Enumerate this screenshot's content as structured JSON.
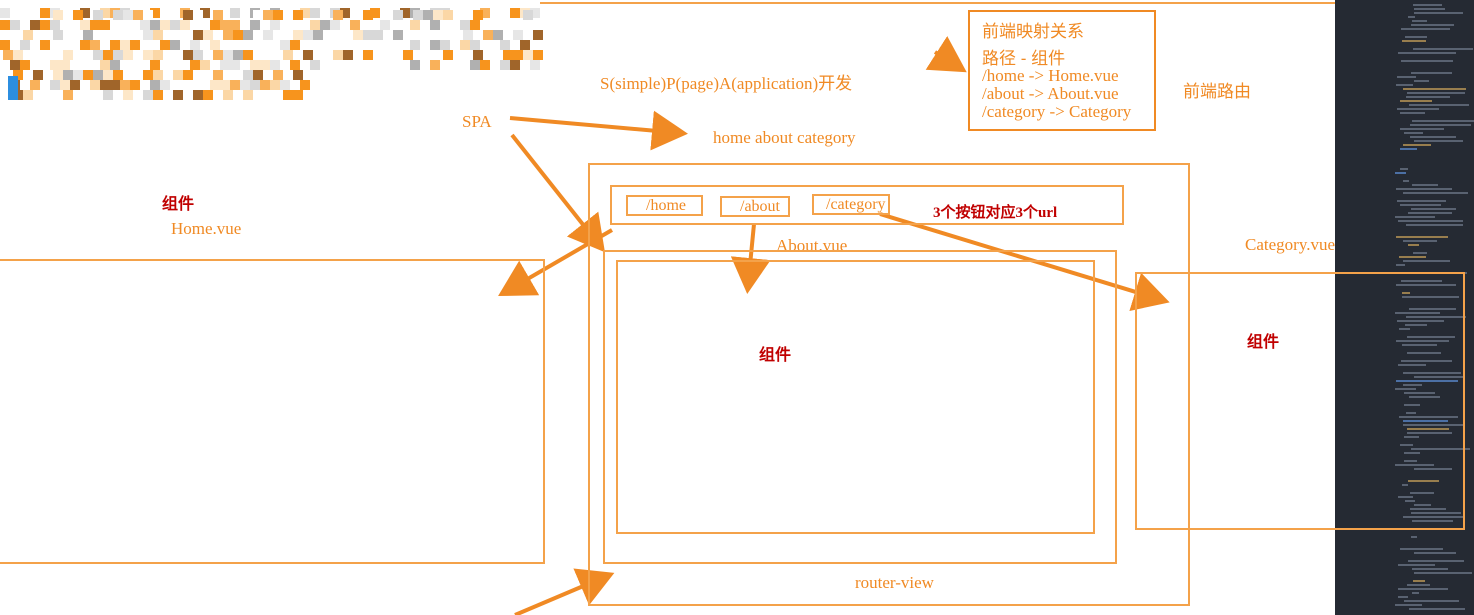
{
  "colors": {
    "accent": "#f08a24",
    "box": "#f4a24a",
    "red": "#c00000",
    "code_bg": "#252a33"
  },
  "mapping_box": {
    "title": "前端映射关系",
    "subtitle": "路径 - 组件",
    "rows": [
      "/home -> Home.vue",
      "/about -> About.vue",
      "/category -> Category"
    ]
  },
  "labels": {
    "spa_expansion": "S(simple)P(page)A(application)开发",
    "frontend_routing": "前端路由",
    "spa": "SPA",
    "nav_words": "home about category",
    "component_left": "组件",
    "home_vue": "Home.vue",
    "about_vue": "About.vue",
    "category_vue": "Category.vue",
    "component_center": "组件",
    "component_right": "组件",
    "buttons_note": "3个按钮对应3个url",
    "router_view": "router-view"
  },
  "nav_buttons": [
    "/home",
    "/about",
    "/category"
  ]
}
